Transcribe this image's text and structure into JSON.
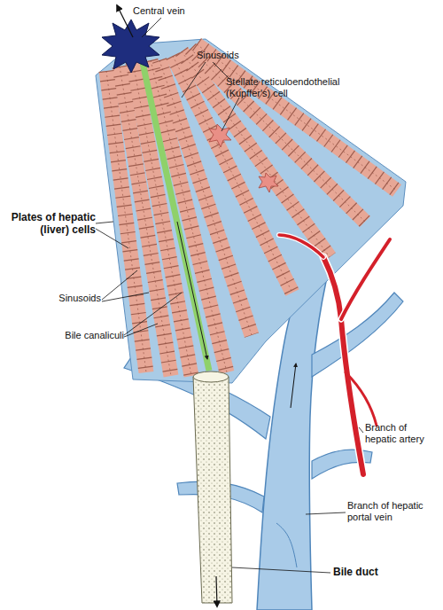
{
  "diagram": {
    "labels": [
      "Central vein",
      "Sinusoids",
      "Stellate reticuloendothelial (Kupffer's) cell",
      "Plates of hepatic (liver) cells",
      "Sinusoids",
      "Bile canaliculi",
      "Branch of hepatic artery",
      "Branch of hepatic portal vein",
      "Bile duct"
    ]
  }
}
